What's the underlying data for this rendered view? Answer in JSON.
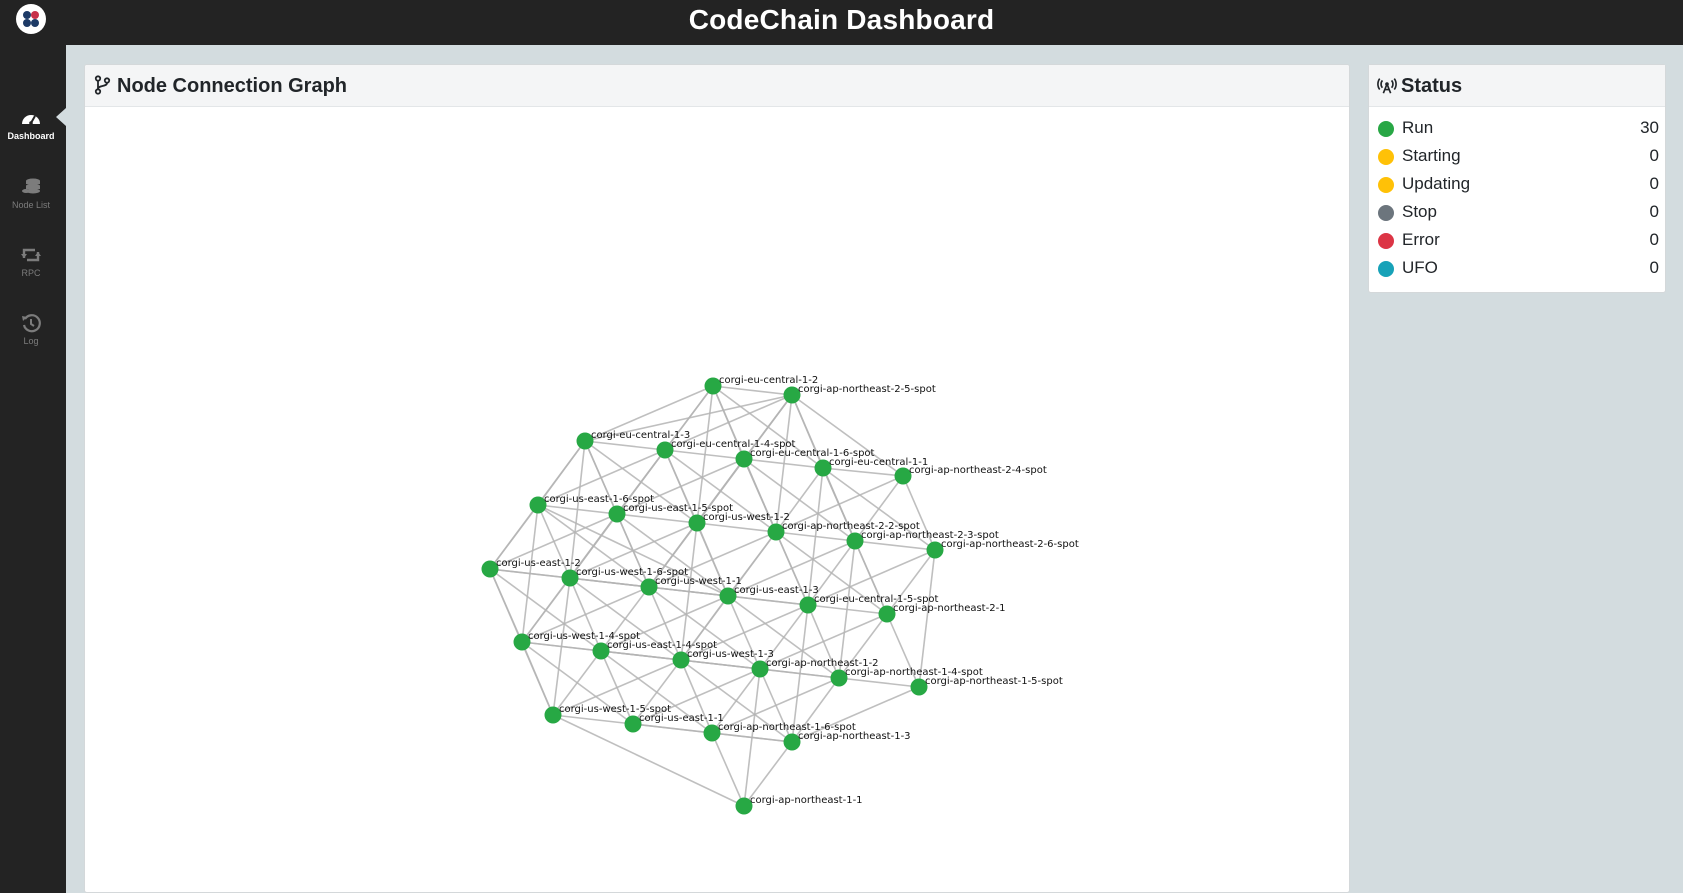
{
  "header": {
    "title": "CodeChain Dashboard"
  },
  "sidebar": {
    "items": [
      {
        "label": "Dashboard",
        "icon": "dashboard-icon",
        "active": true
      },
      {
        "label": "Node List",
        "icon": "database-icon",
        "active": false
      },
      {
        "label": "RPC",
        "icon": "retweet-icon",
        "active": false
      },
      {
        "label": "Log",
        "icon": "history-icon",
        "active": false
      }
    ]
  },
  "graph_panel": {
    "title": "Node Connection Graph",
    "icon": "code-branch-icon",
    "node_color": "#27a844",
    "edge_color": "#b4b4b4",
    "nodes": [
      "corgi-eu-central-1-2",
      "corgi-ap-northeast-2-5-spot",
      "corgi-eu-central-1-3",
      "corgi-eu-central-1-4-spot",
      "corgi-eu-central-1-6-spot",
      "corgi-eu-central-1-1",
      "corgi-ap-northeast-2-4-spot",
      "corgi-us-east-1-6-spot",
      "corgi-us-east-1-5-spot",
      "corgi-us-west-1-2",
      "corgi-ap-northeast-2-2-spot",
      "corgi-ap-northeast-2-3-spot",
      "corgi-ap-northeast-2-6-spot",
      "corgi-us-east-1-2",
      "corgi-us-west-1-6-spot",
      "corgi-us-west-1-1",
      "corgi-us-east-1-3",
      "corgi-eu-central-1-5-spot",
      "corgi-ap-northeast-2-1",
      "corgi-us-west-1-4-spot",
      "corgi-us-east-1-4-spot",
      "corgi-us-west-1-3",
      "corgi-ap-northeast-1-2",
      "corgi-ap-northeast-1-4-spot",
      "corgi-ap-northeast-1-5-spot",
      "corgi-us-west-1-5-spot",
      "corgi-us-east-1-1",
      "corgi-ap-northeast-1-6-spot",
      "corgi-ap-northeast-1-3",
      "corgi-ap-northeast-1-1"
    ],
    "edges": [
      [
        "corgi-eu-central-1-2",
        "corgi-ap-northeast-2-5-spot"
      ],
      [
        "corgi-eu-central-1-2",
        "corgi-eu-central-1-3"
      ],
      [
        "corgi-eu-central-1-2",
        "corgi-eu-central-1-4-spot"
      ],
      [
        "corgi-eu-central-1-2",
        "corgi-eu-central-1-6-spot"
      ],
      [
        "corgi-eu-central-1-2",
        "corgi-eu-central-1-1"
      ],
      [
        "corgi-eu-central-1-2",
        "corgi-us-east-1-5-spot"
      ],
      [
        "corgi-eu-central-1-2",
        "corgi-ap-northeast-2-2-spot"
      ],
      [
        "corgi-eu-central-1-2",
        "corgi-us-west-1-2"
      ],
      [
        "corgi-ap-northeast-2-5-spot",
        "corgi-eu-central-1-4-spot"
      ],
      [
        "corgi-ap-northeast-2-5-spot",
        "corgi-eu-central-1-6-spot"
      ],
      [
        "corgi-ap-northeast-2-5-spot",
        "corgi-eu-central-1-1"
      ],
      [
        "corgi-ap-northeast-2-5-spot",
        "corgi-ap-northeast-2-4-spot"
      ],
      [
        "corgi-ap-northeast-2-5-spot",
        "corgi-ap-northeast-2-2-spot"
      ],
      [
        "corgi-ap-northeast-2-5-spot",
        "corgi-ap-northeast-2-3-spot"
      ],
      [
        "corgi-ap-northeast-2-5-spot",
        "corgi-us-west-1-2"
      ],
      [
        "corgi-ap-northeast-2-5-spot",
        "corgi-eu-central-1-3"
      ],
      [
        "corgi-ap-northeast-2-5-spot",
        "corgi-us-west-1-1"
      ],
      [
        "corgi-eu-central-1-3",
        "corgi-eu-central-1-4-spot"
      ],
      [
        "corgi-eu-central-1-3",
        "corgi-us-east-1-6-spot"
      ],
      [
        "corgi-eu-central-1-3",
        "corgi-us-east-1-5-spot"
      ],
      [
        "corgi-eu-central-1-3",
        "corgi-us-east-1-2"
      ],
      [
        "corgi-eu-central-1-3",
        "corgi-us-west-1-6-spot"
      ],
      [
        "corgi-eu-central-1-3",
        "corgi-us-west-1-1"
      ],
      [
        "corgi-eu-central-1-3",
        "corgi-us-west-1-2"
      ],
      [
        "corgi-eu-central-1-4-spot",
        "corgi-eu-central-1-6-spot"
      ],
      [
        "corgi-eu-central-1-4-spot",
        "corgi-us-east-1-5-spot"
      ],
      [
        "corgi-eu-central-1-4-spot",
        "corgi-us-east-1-6-spot"
      ],
      [
        "corgi-eu-central-1-4-spot",
        "corgi-us-west-1-2"
      ],
      [
        "corgi-eu-central-1-4-spot",
        "corgi-ap-northeast-2-2-spot"
      ],
      [
        "corgi-eu-central-1-4-spot",
        "corgi-us-east-1-3"
      ],
      [
        "corgi-eu-central-1-4-spot",
        "corgi-us-west-1-6-spot"
      ],
      [
        "corgi-eu-central-1-6-spot",
        "corgi-eu-central-1-1"
      ],
      [
        "corgi-eu-central-1-6-spot",
        "corgi-us-west-1-2"
      ],
      [
        "corgi-eu-central-1-6-spot",
        "corgi-ap-northeast-2-2-spot"
      ],
      [
        "corgi-eu-central-1-6-spot",
        "corgi-ap-northeast-2-3-spot"
      ],
      [
        "corgi-eu-central-1-6-spot",
        "corgi-us-west-1-1"
      ],
      [
        "corgi-eu-central-1-6-spot",
        "corgi-us-east-1-5-spot"
      ],
      [
        "corgi-eu-central-1-6-spot",
        "corgi-eu-central-1-5-spot"
      ],
      [
        "corgi-eu-central-1-1",
        "corgi-ap-northeast-2-4-spot"
      ],
      [
        "corgi-eu-central-1-1",
        "corgi-ap-northeast-2-2-spot"
      ],
      [
        "corgi-eu-central-1-1",
        "corgi-ap-northeast-2-3-spot"
      ],
      [
        "corgi-eu-central-1-1",
        "corgi-ap-northeast-2-6-spot"
      ],
      [
        "corgi-eu-central-1-1",
        "corgi-eu-central-1-5-spot"
      ],
      [
        "corgi-eu-central-1-1",
        "corgi-ap-northeast-2-1"
      ],
      [
        "corgi-ap-northeast-2-4-spot",
        "corgi-ap-northeast-2-3-spot"
      ],
      [
        "corgi-ap-northeast-2-4-spot",
        "corgi-ap-northeast-2-2-spot"
      ],
      [
        "corgi-ap-northeast-2-4-spot",
        "corgi-ap-northeast-2-6-spot"
      ],
      [
        "corgi-us-east-1-6-spot",
        "corgi-us-east-1-5-spot"
      ],
      [
        "corgi-us-east-1-6-spot",
        "corgi-us-east-1-2"
      ],
      [
        "corgi-us-east-1-6-spot",
        "corgi-us-west-1-6-spot"
      ],
      [
        "corgi-us-east-1-6-spot",
        "corgi-us-west-1-1"
      ],
      [
        "corgi-us-east-1-6-spot",
        "corgi-us-west-1-4-spot"
      ],
      [
        "corgi-us-east-1-6-spot",
        "corgi-us-east-1-3"
      ],
      [
        "corgi-us-east-1-5-spot",
        "corgi-us-west-1-2"
      ],
      [
        "corgi-us-east-1-5-spot",
        "corgi-us-west-1-6-spot"
      ],
      [
        "corgi-us-east-1-5-spot",
        "corgi-us-west-1-1"
      ],
      [
        "corgi-us-east-1-5-spot",
        "corgi-us-east-1-2"
      ],
      [
        "corgi-us-east-1-5-spot",
        "corgi-us-east-1-3"
      ],
      [
        "corgi-us-east-1-5-spot",
        "corgi-us-west-1-4-spot"
      ],
      [
        "corgi-us-west-1-2",
        "corgi-ap-northeast-2-2-spot"
      ],
      [
        "corgi-us-west-1-2",
        "corgi-us-west-1-1"
      ],
      [
        "corgi-us-west-1-2",
        "corgi-us-east-1-3"
      ],
      [
        "corgi-us-west-1-2",
        "corgi-us-west-1-3"
      ],
      [
        "corgi-us-west-1-2",
        "corgi-us-west-1-6-spot"
      ],
      [
        "corgi-ap-northeast-2-2-spot",
        "corgi-ap-northeast-2-3-spot"
      ],
      [
        "corgi-ap-northeast-2-2-spot",
        "corgi-eu-central-1-5-spot"
      ],
      [
        "corgi-ap-northeast-2-2-spot",
        "corgi-us-east-1-3"
      ],
      [
        "corgi-ap-northeast-2-2-spot",
        "corgi-us-west-1-1"
      ],
      [
        "corgi-ap-northeast-2-2-spot",
        "corgi-ap-northeast-2-1"
      ],
      [
        "corgi-ap-northeast-2-2-spot",
        "corgi-us-west-1-3"
      ],
      [
        "corgi-ap-northeast-2-3-spot",
        "corgi-ap-northeast-2-6-spot"
      ],
      [
        "corgi-ap-northeast-2-3-spot",
        "corgi-eu-central-1-5-spot"
      ],
      [
        "corgi-ap-northeast-2-3-spot",
        "corgi-ap-northeast-2-1"
      ],
      [
        "corgi-ap-northeast-2-3-spot",
        "corgi-ap-northeast-1-4-spot"
      ],
      [
        "corgi-ap-northeast-2-3-spot",
        "corgi-us-east-1-3"
      ],
      [
        "corgi-ap-northeast-2-6-spot",
        "corgi-ap-northeast-2-1"
      ],
      [
        "corgi-ap-northeast-2-6-spot",
        "corgi-ap-northeast-1-5-spot"
      ],
      [
        "corgi-ap-northeast-2-6-spot",
        "corgi-eu-central-1-5-spot"
      ],
      [
        "corgi-us-east-1-2",
        "corgi-us-west-1-6-spot"
      ],
      [
        "corgi-us-east-1-2",
        "corgi-us-west-1-4-spot"
      ],
      [
        "corgi-us-east-1-2",
        "corgi-us-west-1-5-spot"
      ],
      [
        "corgi-us-east-1-2",
        "corgi-us-east-1-4-spot"
      ],
      [
        "corgi-us-east-1-2",
        "corgi-us-west-1-1"
      ],
      [
        "corgi-us-west-1-6-spot",
        "corgi-us-west-1-1"
      ],
      [
        "corgi-us-west-1-6-spot",
        "corgi-us-west-1-4-spot"
      ],
      [
        "corgi-us-west-1-6-spot",
        "corgi-us-east-1-4-spot"
      ],
      [
        "corgi-us-west-1-6-spot",
        "corgi-us-west-1-3"
      ],
      [
        "corgi-us-west-1-6-spot",
        "corgi-us-east-1-3"
      ],
      [
        "corgi-us-west-1-6-spot",
        "corgi-us-west-1-5-spot"
      ],
      [
        "corgi-us-west-1-1",
        "corgi-us-east-1-3"
      ],
      [
        "corgi-us-west-1-1",
        "corgi-us-east-1-4-spot"
      ],
      [
        "corgi-us-west-1-1",
        "corgi-us-west-1-3"
      ],
      [
        "corgi-us-west-1-1",
        "corgi-us-west-1-4-spot"
      ],
      [
        "corgi-us-west-1-1",
        "corgi-eu-central-1-5-spot"
      ],
      [
        "corgi-us-west-1-1",
        "corgi-ap-northeast-1-2"
      ],
      [
        "corgi-us-east-1-3",
        "corgi-eu-central-1-5-spot"
      ],
      [
        "corgi-us-east-1-3",
        "corgi-us-west-1-3"
      ],
      [
        "corgi-us-east-1-3",
        "corgi-ap-northeast-1-2"
      ],
      [
        "corgi-us-east-1-3",
        "corgi-ap-northeast-1-4-spot"
      ],
      [
        "corgi-us-east-1-3",
        "corgi-us-east-1-4-spot"
      ],
      [
        "corgi-eu-central-1-5-spot",
        "corgi-ap-northeast-2-1"
      ],
      [
        "corgi-eu-central-1-5-spot",
        "corgi-ap-northeast-1-2"
      ],
      [
        "corgi-eu-central-1-5-spot",
        "corgi-ap-northeast-1-4-spot"
      ],
      [
        "corgi-eu-central-1-5-spot",
        "corgi-us-west-1-3"
      ],
      [
        "corgi-eu-central-1-5-spot",
        "corgi-ap-northeast-1-3"
      ],
      [
        "corgi-ap-northeast-2-1",
        "corgi-ap-northeast-1-4-spot"
      ],
      [
        "corgi-ap-northeast-2-1",
        "corgi-ap-northeast-1-5-spot"
      ],
      [
        "corgi-ap-northeast-2-1",
        "corgi-ap-northeast-1-2"
      ],
      [
        "corgi-us-west-1-4-spot",
        "corgi-us-east-1-4-spot"
      ],
      [
        "corgi-us-west-1-4-spot",
        "corgi-us-west-1-5-spot"
      ],
      [
        "corgi-us-west-1-4-spot",
        "corgi-us-east-1-1"
      ],
      [
        "corgi-us-west-1-4-spot",
        "corgi-us-west-1-3"
      ],
      [
        "corgi-us-east-1-4-spot",
        "corgi-us-west-1-3"
      ],
      [
        "corgi-us-east-1-4-spot",
        "corgi-us-west-1-5-spot"
      ],
      [
        "corgi-us-east-1-4-spot",
        "corgi-us-east-1-1"
      ],
      [
        "corgi-us-east-1-4-spot",
        "corgi-ap-northeast-1-6-spot"
      ],
      [
        "corgi-us-east-1-4-spot",
        "corgi-ap-northeast-1-2"
      ],
      [
        "corgi-us-west-1-3",
        "corgi-ap-northeast-1-2"
      ],
      [
        "corgi-us-west-1-3",
        "corgi-ap-northeast-1-6-spot"
      ],
      [
        "corgi-us-west-1-3",
        "corgi-us-east-1-1"
      ],
      [
        "corgi-us-west-1-3",
        "corgi-ap-northeast-1-3"
      ],
      [
        "corgi-us-west-1-3",
        "corgi-ap-northeast-1-4-spot"
      ],
      [
        "corgi-us-west-1-3",
        "corgi-us-west-1-5-spot"
      ],
      [
        "corgi-ap-northeast-1-2",
        "corgi-ap-northeast-1-4-spot"
      ],
      [
        "corgi-ap-northeast-1-2",
        "corgi-ap-northeast-1-6-spot"
      ],
      [
        "corgi-ap-northeast-1-2",
        "corgi-ap-northeast-1-3"
      ],
      [
        "corgi-ap-northeast-1-2",
        "corgi-ap-northeast-1-1"
      ],
      [
        "corgi-ap-northeast-1-2",
        "corgi-us-east-1-1"
      ],
      [
        "corgi-ap-northeast-1-4-spot",
        "corgi-ap-northeast-1-5-spot"
      ],
      [
        "corgi-ap-northeast-1-4-spot",
        "corgi-ap-northeast-1-3"
      ],
      [
        "corgi-ap-northeast-1-4-spot",
        "corgi-ap-northeast-1-6-spot"
      ],
      [
        "corgi-ap-northeast-1-5-spot",
        "corgi-ap-northeast-1-3"
      ],
      [
        "corgi-us-west-1-5-spot",
        "corgi-us-east-1-1"
      ],
      [
        "corgi-us-west-1-5-spot",
        "corgi-ap-northeast-1-1"
      ],
      [
        "corgi-us-east-1-1",
        "corgi-ap-northeast-1-6-spot"
      ],
      [
        "corgi-us-east-1-1",
        "corgi-ap-northeast-1-3"
      ],
      [
        "corgi-ap-northeast-1-6-spot",
        "corgi-ap-northeast-1-3"
      ],
      [
        "corgi-ap-northeast-1-6-spot",
        "corgi-ap-northeast-1-1"
      ],
      [
        "corgi-ap-northeast-1-3",
        "corgi-ap-northeast-1-1"
      ]
    ]
  },
  "status_panel": {
    "title": "Status",
    "icon": "broadcast-tower-icon",
    "items": [
      {
        "label": "Run",
        "count": "30",
        "color": "#28a745"
      },
      {
        "label": "Starting",
        "count": "0",
        "color": "#ffc107"
      },
      {
        "label": "Updating",
        "count": "0",
        "color": "#ffc107"
      },
      {
        "label": "Stop",
        "count": "0",
        "color": "#6c757d"
      },
      {
        "label": "Error",
        "count": "0",
        "color": "#dc3545"
      },
      {
        "label": "UFO",
        "count": "0",
        "color": "#17a2b8"
      }
    ]
  }
}
